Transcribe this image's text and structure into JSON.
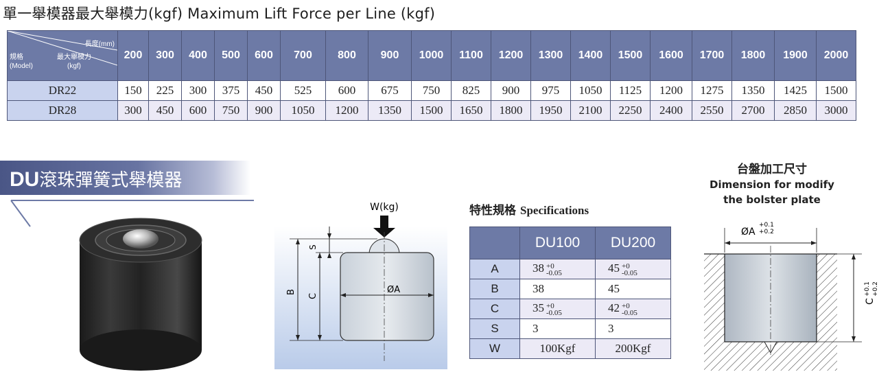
{
  "page": {
    "title": "單一舉模器最大舉模力(kgf)  Maximum Lift Force per Line (kgf)"
  },
  "lift_table": {
    "corner": {
      "length_label": "長度(mm)",
      "spec_label_zh": "規格",
      "spec_label_en": "(Model)",
      "force_label_zh": "最大舉模力",
      "force_label_unit": "(kgf)"
    },
    "lengths": [
      "200",
      "300",
      "400",
      "500",
      "600",
      "700",
      "800",
      "900",
      "1000",
      "1100",
      "1200",
      "1300",
      "1400",
      "1500",
      "1600",
      "1700",
      "1800",
      "1900",
      "2000"
    ],
    "rows": [
      {
        "model": "DR22",
        "values": [
          "150",
          "225",
          "300",
          "375",
          "450",
          "525",
          "600",
          "675",
          "750",
          "825",
          "900",
          "975",
          "1050",
          "1125",
          "1200",
          "1275",
          "1350",
          "1425",
          "1500"
        ]
      },
      {
        "model": "DR28",
        "values": [
          "300",
          "450",
          "600",
          "750",
          "900",
          "1050",
          "1200",
          "1350",
          "1500",
          "1650",
          "1800",
          "1950",
          "2100",
          "2250",
          "2400",
          "2550",
          "2700",
          "2850",
          "3000"
        ]
      }
    ]
  },
  "banner": {
    "prefix": "DU",
    "title": "滾珠彈簧式舉模器"
  },
  "section_diagram": {
    "load_label": "W(kg)",
    "label_s": "S",
    "label_b": "B",
    "label_c": "C",
    "label_a": "ØA"
  },
  "specs": {
    "title_zh": "特性規格",
    "title_en": "Specifications",
    "columns": [
      "DU100",
      "DU200"
    ],
    "rows": [
      {
        "label": "A",
        "values": [
          {
            "v": "38",
            "up": "+0",
            "low": "-0.05"
          },
          {
            "v": "45",
            "up": "+0",
            "low": "-0.05"
          }
        ]
      },
      {
        "label": "B",
        "values": [
          {
            "v": "38"
          },
          {
            "v": "45"
          }
        ]
      },
      {
        "label": "C",
        "values": [
          {
            "v": "35",
            "up": "+0",
            "low": "-0.05"
          },
          {
            "v": "42",
            "up": "+0",
            "low": "-0.05"
          }
        ]
      },
      {
        "label": "S",
        "values": [
          {
            "v": "3"
          },
          {
            "v": "3"
          }
        ]
      },
      {
        "label": "W",
        "values": [
          {
            "v": "100Kgf"
          },
          {
            "v": "200Kgf"
          }
        ]
      }
    ]
  },
  "bolster": {
    "title_zh": "台盤加工尺寸",
    "title_en_1": "Dimension for modify",
    "title_en_2": "the bolster plate",
    "label_a": "ØA",
    "a_tol_up": "+0.1",
    "a_tol_low": "+0.2",
    "label_c": "C",
    "c_tol_up": "+0.1",
    "c_tol_low": "+0.2"
  },
  "colors": {
    "header_bg": "#6d7aa6",
    "label_bg": "#c9d3ee",
    "alt_row_bg": "#eceaf6",
    "banner_bg": "#4a5686"
  }
}
